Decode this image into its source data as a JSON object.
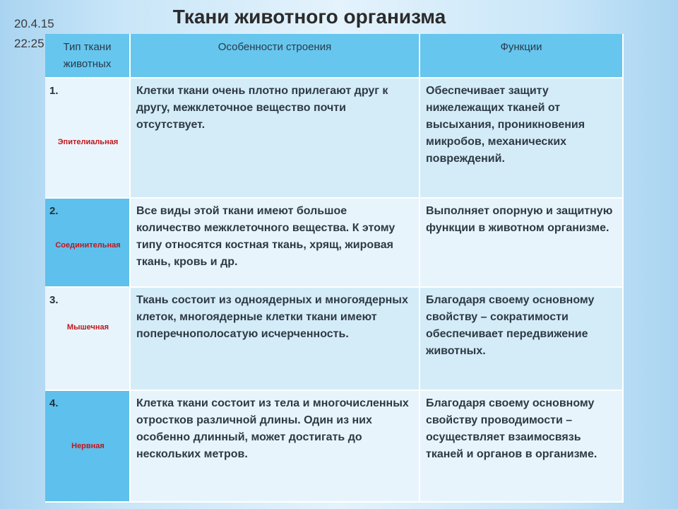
{
  "date": "20.4.15",
  "time": "22:25",
  "title": "Ткани животного организма",
  "table": {
    "headers": [
      "Тип ткани животных",
      "Особенности строения",
      "Функции"
    ],
    "rows": [
      {
        "number": "1.",
        "type": "Эпителиальная",
        "structure": "Клетки ткани очень плотно прилегают друг к другу, межклеточное вещество почти отсутствует.",
        "function": "Обеспечивает защиту нижележащих тканей от высыхания, проникновения микробов, механических повреждений."
      },
      {
        "number": "2.",
        "type": "Соединительная",
        "structure": "Все виды этой ткани имеют большое количество межклеточного вещества. К этому типу относятся костная ткань, хрящ, жировая ткань, кровь и др.",
        "function": "Выполняет опорную и защитную функции в животном организме."
      },
      {
        "number": "3.",
        "type": "Мышечная",
        "structure": "Ткань состоит из одноядерных и многоядерных клеток, многоядерные клетки ткани имеют поперечнополосатую исчерченность.",
        "function": "Благодаря своему основному свойству – сократимости обеспечивает передвижение животных."
      },
      {
        "number": "4.",
        "type": "Нервная",
        "structure": "Клетка ткани состоит из тела и многочисленных отростков различной длины. Один из них особенно длинный, может достигать до нескольких метров.",
        "function": "Благодаря своему основному свойству проводимости – осуществляет взаимосвязь тканей и органов в организме."
      }
    ]
  }
}
